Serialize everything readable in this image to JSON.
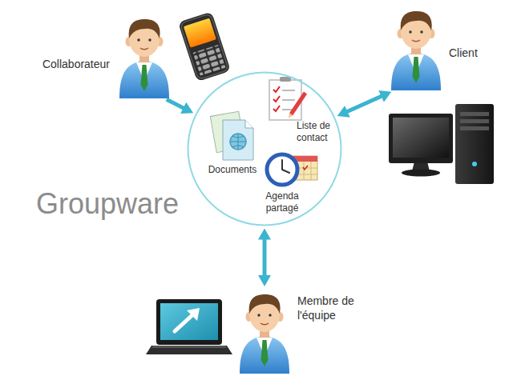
{
  "diagram": {
    "nodes": [
      {
        "text": [
          "Collaborateur"
        ]
      },
      {
        "text": [
          "Client"
        ]
      },
      {
        "text": [
          "Documents",
          "Liste de contact",
          "Agenda partagé"
        ]
      },
      {
        "text": [
          "Membre de l'équipe"
        ]
      }
    ],
    "edges": [
      {
        "from": 0,
        "to": 2,
        "arrow": "to"
      },
      {
        "from": 2,
        "to": 1,
        "arrow": "both"
      },
      {
        "from": 2,
        "to": 3,
        "arrow": "both"
      }
    ],
    "labels": [
      "Groupware"
    ]
  }
}
